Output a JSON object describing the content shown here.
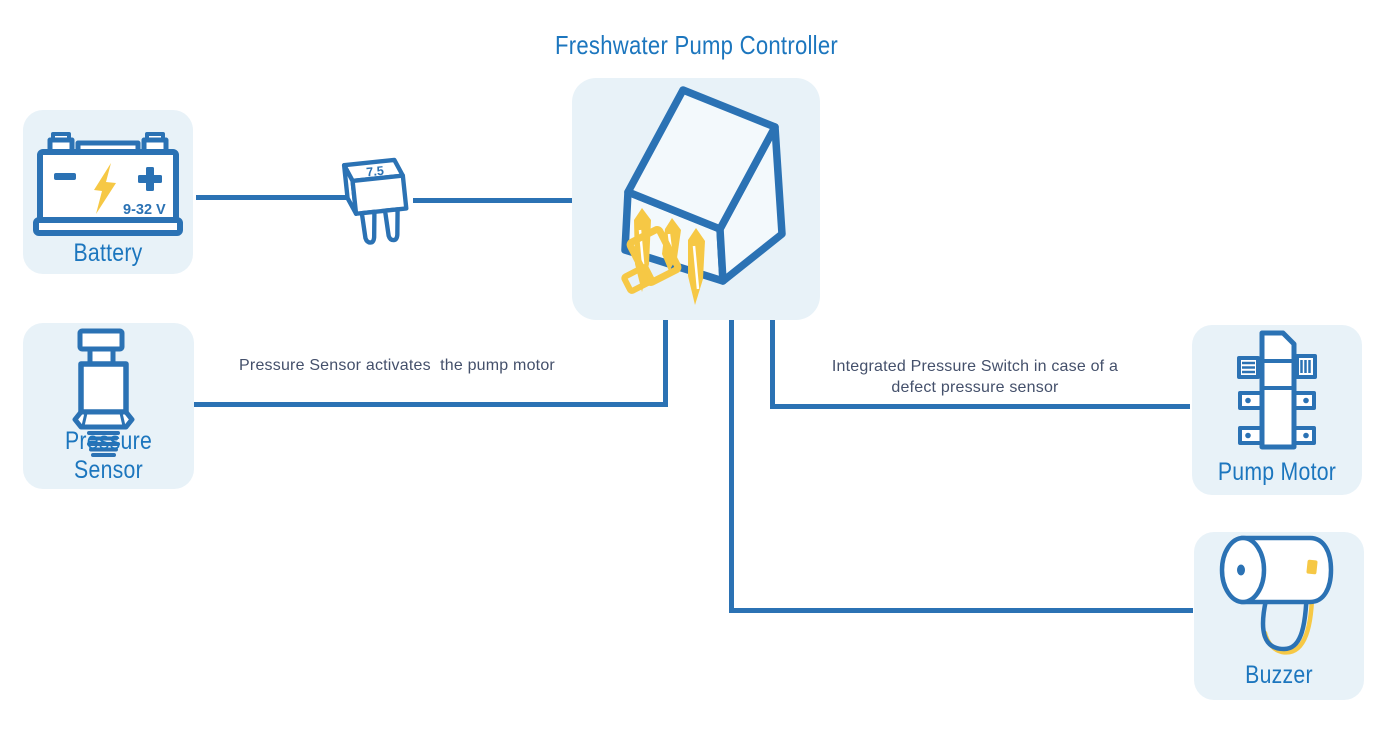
{
  "title": "Freshwater Pump Controller",
  "colors": {
    "line_blue": "#2b72b4",
    "label_blue": "#1c76be",
    "accent_yellow": "#f6c845",
    "card_background": "#e8f2f8",
    "annotation_text": "#44506b"
  },
  "nodes": {
    "battery": {
      "label": "Battery",
      "voltage": "9-32 V"
    },
    "fuse": {
      "rating": "7.5"
    },
    "controller": {
      "label": "Freshwater Pump Controller"
    },
    "pressure_sensor": {
      "label": "Pressure Sensor"
    },
    "pump_motor": {
      "label": "Pump Motor"
    },
    "buzzer": {
      "label": "Buzzer"
    }
  },
  "connections": [
    {
      "id": "battery-to-controller",
      "label": ""
    },
    {
      "id": "pressure-sensor-to-controller",
      "label": "Pressure Sensor activates  the pump motor"
    },
    {
      "id": "controller-to-pump-motor",
      "label": "Integrated Pressure Switch in case of a defect pressure sensor"
    },
    {
      "id": "controller-to-buzzer",
      "label": ""
    }
  ]
}
